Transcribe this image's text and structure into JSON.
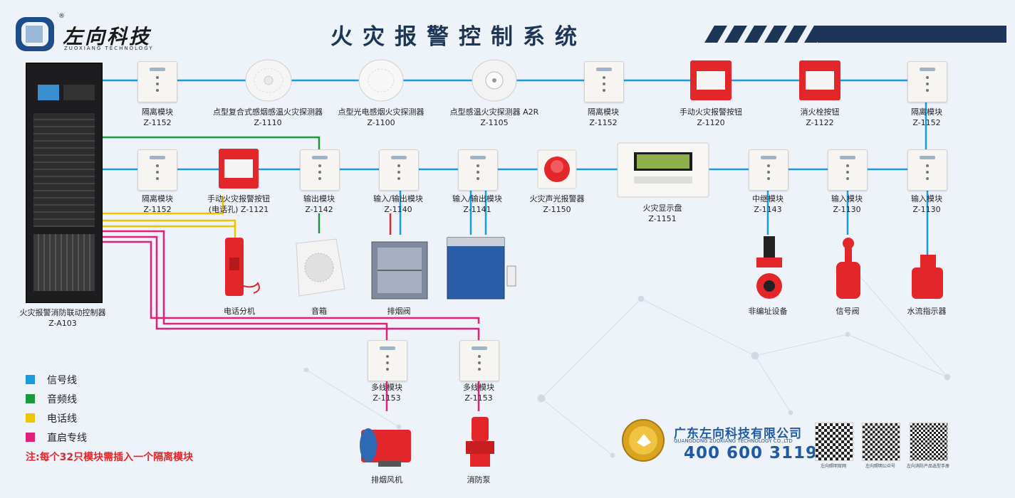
{
  "header": {
    "title": "火灾报警控制系统",
    "logo_cn": "左向科技",
    "logo_en": "ZUOXIANG TECHNOLOGY",
    "registered_mark": "®"
  },
  "controller": {
    "name": "火灾报警消防联动控制器",
    "model": "Z-A103"
  },
  "top_row": [
    {
      "name": "隔离模块",
      "model": "Z-1152"
    },
    {
      "name": "点型复合式感烟感温火灾探测器",
      "model": "Z-1110"
    },
    {
      "name": "点型光电感烟火灾探测器",
      "model": "Z-1100"
    },
    {
      "name": "点型感温火灾探测器 A2R",
      "model": "Z-1105"
    },
    {
      "name": "隔离模块",
      "model": "Z-1152"
    },
    {
      "name": "手动火灾报警按钮",
      "model": "Z-1120"
    },
    {
      "name": "消火栓按钮",
      "model": "Z-1122"
    },
    {
      "name": "隔离模块",
      "model": "Z-1152"
    }
  ],
  "middle_row": [
    {
      "name": "隔离模块",
      "model": "Z-1152"
    },
    {
      "name": "手动火灾报警按钮",
      "model": "(电话孔) Z-1121"
    },
    {
      "name": "输出模块",
      "model": "Z-1142"
    },
    {
      "name": "输入/输出模块",
      "model": "Z-1140"
    },
    {
      "name": "输入/输出模块",
      "model": "Z-1141"
    },
    {
      "name": "火灾声光报警器",
      "model": "Z-1150"
    },
    {
      "name": "火灾显示盘",
      "model": "Z-1151"
    },
    {
      "name": "中继模块",
      "model": "Z-1143"
    },
    {
      "name": "输入模块",
      "model": "Z-1130"
    },
    {
      "name": "输入模块",
      "model": "Z-1130"
    }
  ],
  "bottom_devices": [
    {
      "name": "电话分机"
    },
    {
      "name": "音箱"
    },
    {
      "name": "排烟阀"
    },
    {
      "name": "非编址设备"
    },
    {
      "name": "信号阀"
    },
    {
      "name": "水流指示器"
    }
  ],
  "multi_modules": [
    {
      "name": "多线模块",
      "model": "Z-1153",
      "device": "排烟风机"
    },
    {
      "name": "多线模块",
      "model": "Z-1153",
      "device": "消防泵"
    }
  ],
  "legend": [
    {
      "label": "信号线",
      "color": "#1a9be0"
    },
    {
      "label": "音频线",
      "color": "#1a9a40"
    },
    {
      "label": "电话线",
      "color": "#f0c400"
    },
    {
      "label": "直启专线",
      "color": "#e0207a"
    }
  ],
  "note": "注:每个32只模块需插入一个隔离模块",
  "company": {
    "name": "广东左向科技有限公司",
    "name_en": "GUANGDONG ZUOXIANG TECHNOLOGY CO.,LTD",
    "phone": "400 600 3119"
  },
  "qr_codes": [
    {
      "caption": "左向照明官网"
    },
    {
      "caption": "左向照明公众号"
    },
    {
      "caption": "左向消防产品选型手册"
    }
  ],
  "colors": {
    "signal": "#1a9be0",
    "audio": "#1a9a40",
    "phone": "#f0c400",
    "direct": "#e0207a",
    "title": "#1d3557",
    "accent_red": "#e3262a"
  }
}
